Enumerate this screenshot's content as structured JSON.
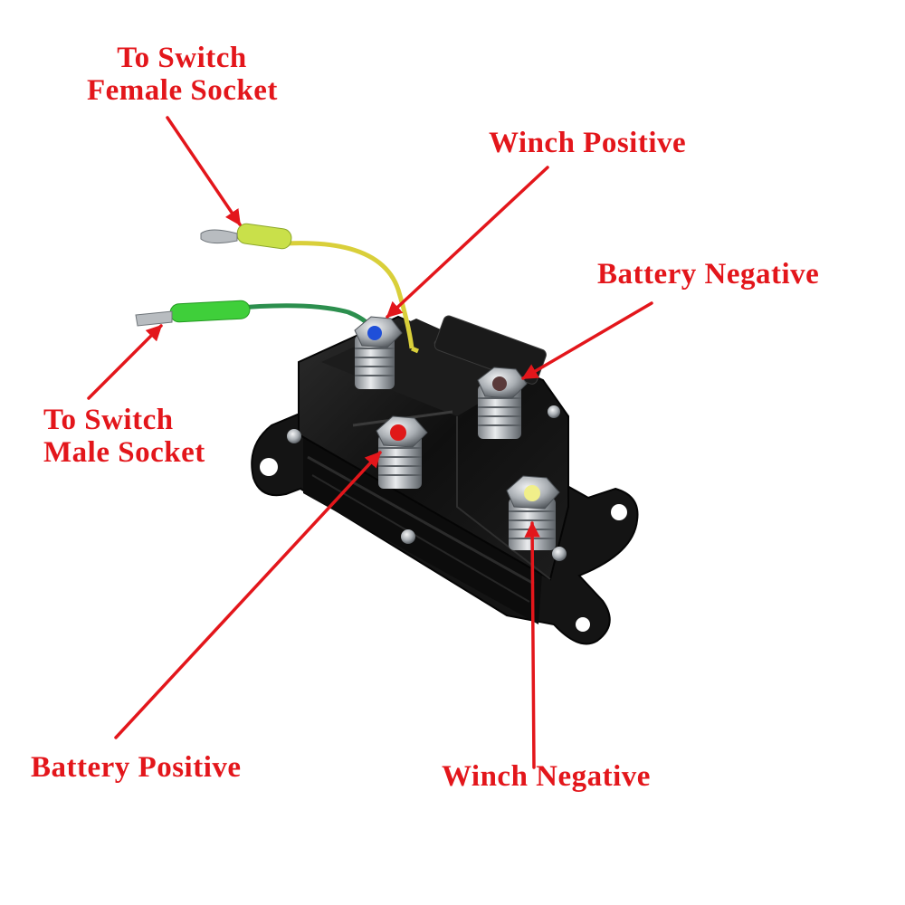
{
  "colors": {
    "label": "#e3161b",
    "arrow": "#e3161b",
    "housing": "#121212",
    "housing_highlight": "#3a3a3a",
    "base": "#1a1a1a",
    "metal": "#bfc3c7",
    "metal_dark": "#6f757a",
    "yellow_wire": "#d9cf3a",
    "green_wire": "#2c8f4e",
    "green_sleeve": "#3fcf3a",
    "yellow_sleeve": "#c9e04a"
  },
  "labels": {
    "switch_female": {
      "line1": "To Switch",
      "line2": "Female Socket"
    },
    "winch_positive": "Winch Positive",
    "battery_negative": "Battery Negative",
    "switch_male": {
      "line1": "To Switch",
      "line2": "Male Socket"
    },
    "battery_positive": "Battery Positive",
    "winch_negative": "Winch Negative"
  },
  "terminals": [
    {
      "name": "winch-positive",
      "cap_color": "#1f4fd8"
    },
    {
      "name": "battery-negative",
      "cap_color": "#5a3a3a"
    },
    {
      "name": "battery-positive",
      "cap_color": "#e01818"
    },
    {
      "name": "winch-negative",
      "cap_color": "#f1ef8a"
    }
  ],
  "icons": [
    "arrow-icon",
    "solenoid-icon",
    "wire-icon",
    "terminal-icon"
  ]
}
